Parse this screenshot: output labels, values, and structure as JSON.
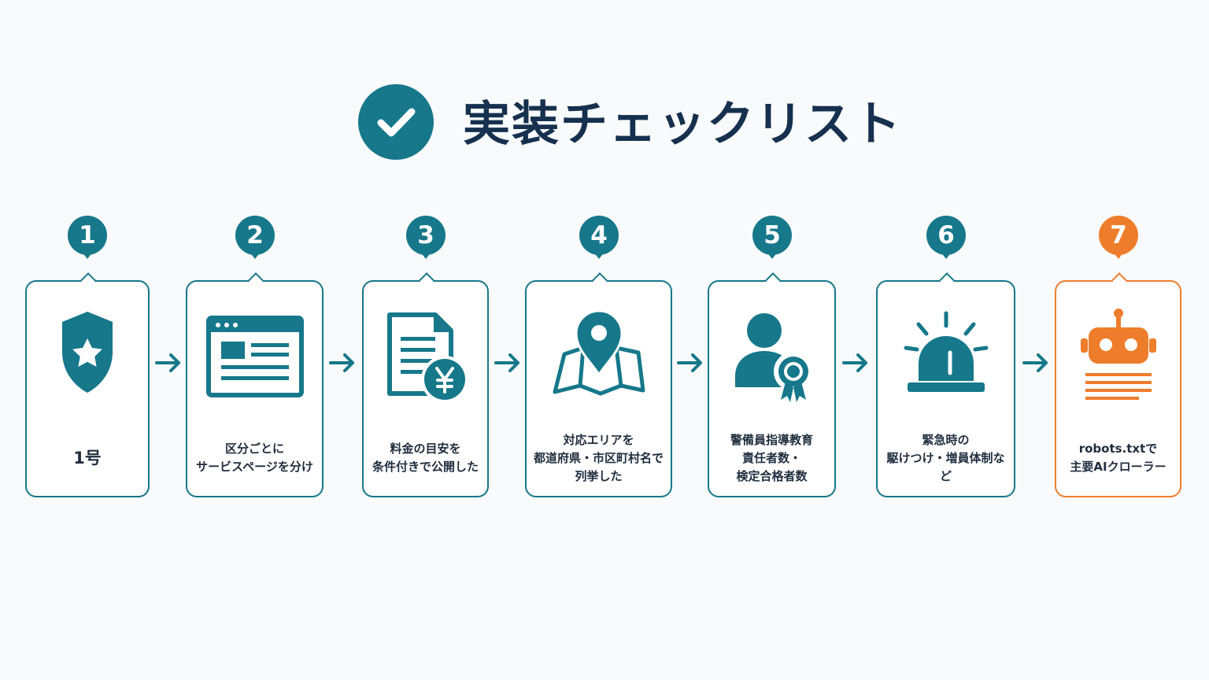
{
  "title": "実装チェックリスト",
  "colors": {
    "teal": "#16788a",
    "orange": "#ee7d2b",
    "navy": "#16304f"
  },
  "steps": [
    {
      "number": "1",
      "icon": "shield-star-icon",
      "lines": [
        "1号"
      ]
    },
    {
      "number": "2",
      "icon": "webpage-icon",
      "lines": [
        "区分ごとに",
        "サービスページを分け"
      ]
    },
    {
      "number": "3",
      "icon": "document-yen-icon",
      "lines": [
        "料金の目安を",
        "条件付きで公開した"
      ]
    },
    {
      "number": "4",
      "icon": "map-pin-icon",
      "lines": [
        "対応エリアを",
        "都道府県・市区町村名で",
        "列挙した"
      ]
    },
    {
      "number": "5",
      "icon": "person-certificate-icon",
      "lines": [
        "警備員指導教育",
        "責任者数・",
        "検定合格者数"
      ]
    },
    {
      "number": "6",
      "icon": "emergency-light-icon",
      "lines": [
        "緊急時の",
        "駆けつけ・増員体制など"
      ]
    },
    {
      "number": "7",
      "icon": "robot-icon",
      "lines": [
        "robots.txtで",
        "主要AIクローラー"
      ]
    }
  ]
}
